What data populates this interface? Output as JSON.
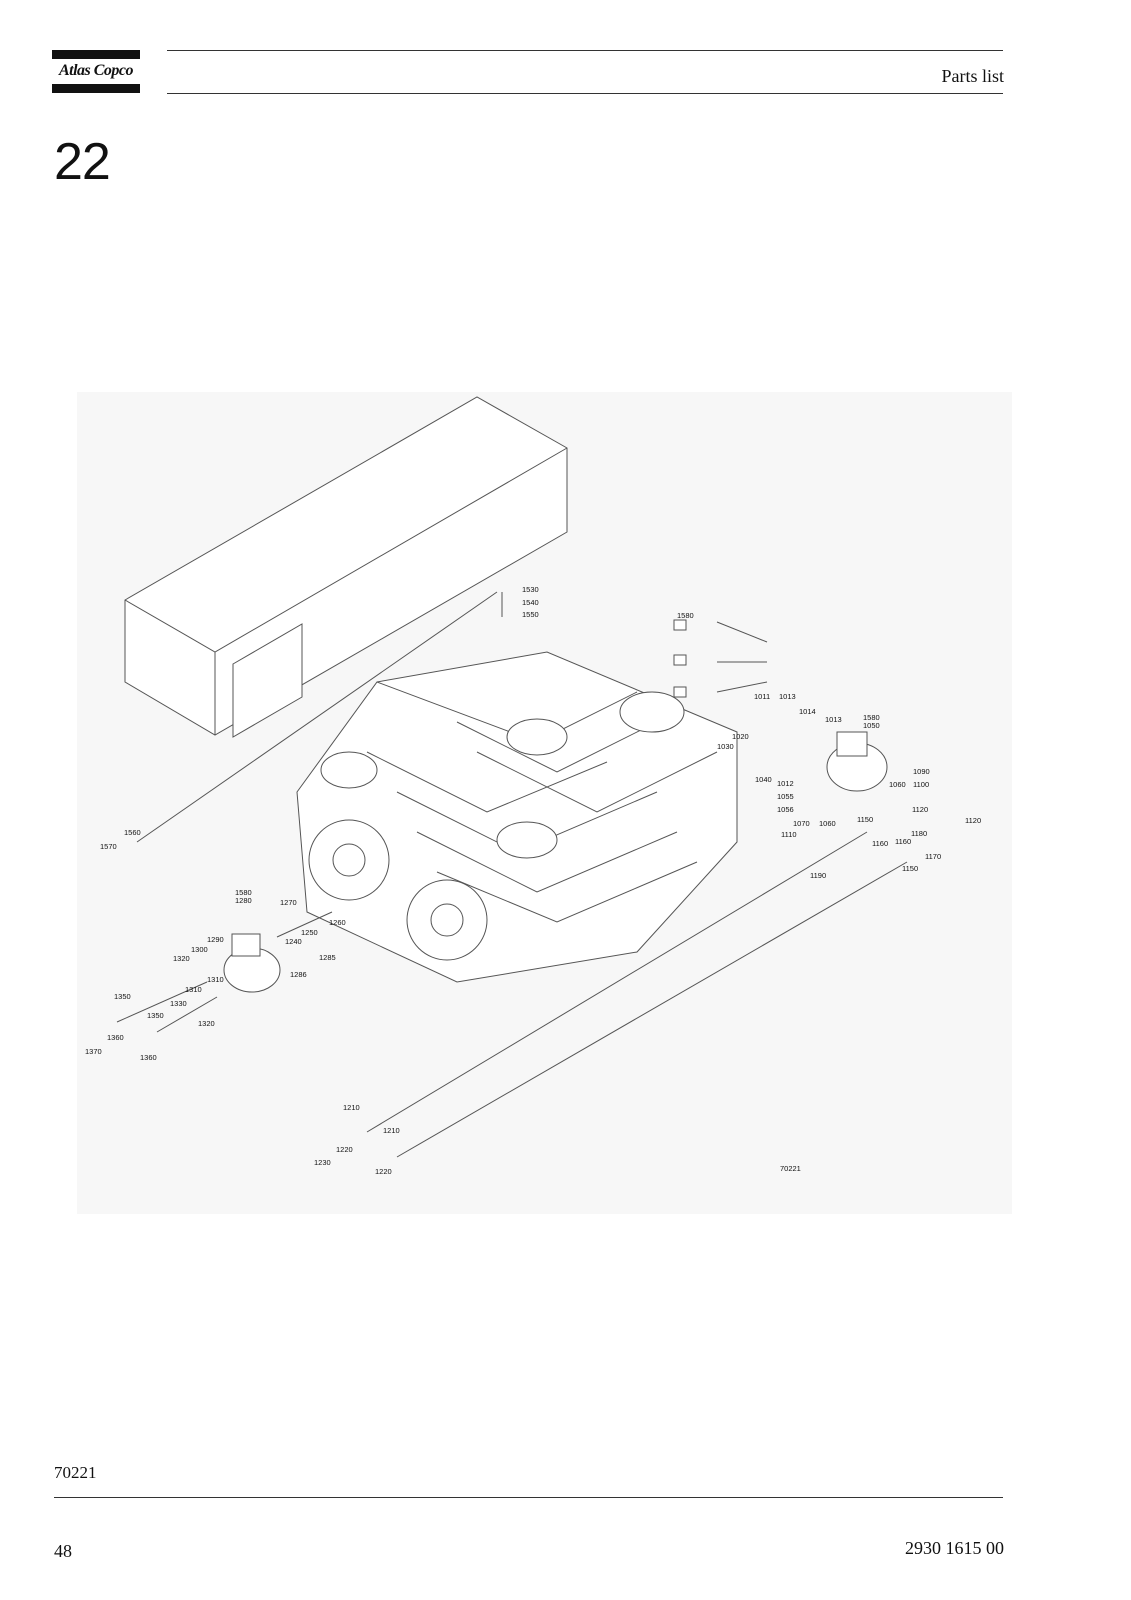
{
  "brand": {
    "logo_text": "Atlas Copco"
  },
  "header": {
    "title": "Parts list"
  },
  "section": {
    "number": "22"
  },
  "figure": {
    "drawing_number": "70221",
    "callouts": [
      "1530",
      "1540",
      "1550",
      "1580",
      "1020",
      "1011",
      "1013",
      "1014",
      "1013",
      "1580",
      "1050",
      "1090",
      "1100",
      "1030",
      "1040",
      "1012",
      "1055",
      "1056",
      "1060",
      "1110",
      "1070",
      "1060",
      "1150",
      "1120",
      "1120",
      "1180",
      "1160",
      "1160",
      "1170",
      "1150",
      "1190",
      "1560",
      "1570",
      "1580",
      "1280",
      "1270",
      "1260",
      "1250",
      "1240",
      "1285",
      "1286",
      "1290",
      "1300",
      "1320",
      "1310",
      "1310",
      "1330",
      "1350",
      "1350",
      "1360",
      "1320",
      "1370",
      "1360",
      "1210",
      "1210",
      "1220",
      "1230",
      "1220",
      "70221"
    ]
  },
  "footer": {
    "figure_ref": "70221",
    "page": "48",
    "document_number": "2930 1615 00"
  }
}
